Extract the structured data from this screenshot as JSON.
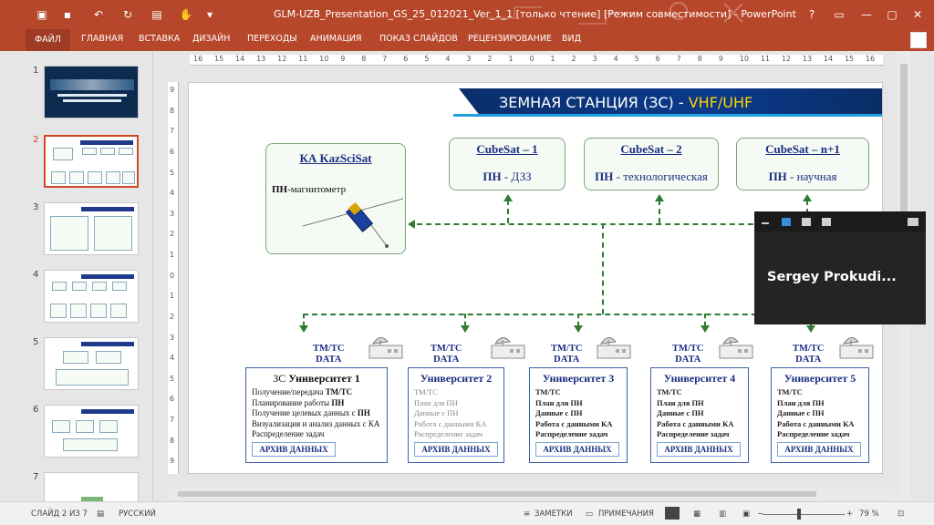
{
  "window": {
    "title": "GLM-UZB_Presentation_GS_25_012021_Ver_1_1 [только чтение] [Режим совместимости] - PowerPoint",
    "controls": [
      "?",
      "▭",
      "—",
      "▢",
      "✕"
    ]
  },
  "ribbon": {
    "tabs": [
      "ФАЙЛ",
      "ГЛАВНАЯ",
      "ВСТАВКА",
      "ДИЗАЙН",
      "ПЕРЕХОДЫ",
      "АНИМАЦИЯ",
      "ПОКАЗ СЛАЙДОВ",
      "РЕЦЕНЗИРОВАНИЕ",
      "ВИД"
    ]
  },
  "thumbnails": [
    "1",
    "2",
    "3",
    "4",
    "5",
    "6",
    "7"
  ],
  "ruler": {
    "h": [
      "16",
      "15",
      "14",
      "13",
      "12",
      "11",
      "10",
      "9",
      "8",
      "7",
      "6",
      "5",
      "4",
      "3",
      "2",
      "1",
      "0",
      "1",
      "2",
      "3",
      "4",
      "5",
      "6",
      "7",
      "8",
      "9",
      "10",
      "11",
      "12",
      "13",
      "14",
      "15",
      "16"
    ],
    "v": [
      "9",
      "8",
      "7",
      "6",
      "5",
      "4",
      "3",
      "2",
      "1",
      "0",
      "1",
      "2",
      "3",
      "4",
      "5",
      "6",
      "7",
      "8",
      "9"
    ]
  },
  "slide": {
    "title_main": "ЗЕМНАЯ СТАНЦИЯ (ЗС) - ",
    "title_highlight": "VHF/UHF",
    "ka": {
      "title": "КА KazSciSat",
      "payload_bold": "ПН",
      "payload_rest": "-магнитометр"
    },
    "cubesats": [
      {
        "title": "CubeSat – 1",
        "pn": "ПН",
        "desc": " - ДЗЗ"
      },
      {
        "title": "CubeSat – 2",
        "pn": "ПН",
        "desc": " - технологическая"
      },
      {
        "title": "CubeSat – n+1",
        "pn": "ПН",
        "desc": " - научная"
      }
    ],
    "tmtc": {
      "line1": "TM/TC",
      "line2": "DATA"
    },
    "main_station": {
      "name_prefix": "ЗС ",
      "name_bold": "Университет 1",
      "lines": [
        {
          "pre": "Получение/передача ",
          "bold": "ТМ/ТС"
        },
        {
          "pre": "Планирование работы ",
          "bold": "ПН"
        },
        {
          "pre": "Получение целевых данных с ",
          "bold": "ПН"
        },
        {
          "pre": "Визуализация и анализ данных с КА",
          "bold": ""
        },
        {
          "pre": "Распределение задач",
          "bold": ""
        }
      ],
      "archive": "АРХИВ ДАННЫХ"
    },
    "universities": [
      {
        "name": "Университет 2",
        "lines": [
          "ТМ/ТС",
          "План для ПН",
          "Данные с ПН",
          "Работа с данными КА",
          "Распределение задач"
        ],
        "archive": "АРХИВ ДАННЫХ"
      },
      {
        "name": "Университет 3",
        "lines": [
          "ТМ/ТС",
          "План для ПН",
          "Данные с ПН",
          "Работа с данными КА",
          "Распределение задач"
        ],
        "archive": "АРХИВ ДАННЫХ"
      },
      {
        "name": "Университет 4",
        "lines": [
          "ТМ/ТС",
          "План для ПН",
          "Данные с ПН",
          "Работа с данными КА",
          "Распределение задач"
        ],
        "archive": "АРХИВ ДАННЫХ"
      },
      {
        "name": "Университет 5",
        "lines": [
          "ТМ/ТС",
          "План для ПН",
          "Данные с ПН",
          "Работа с данными КА",
          "Распределение задач"
        ],
        "archive": "АРХИВ ДАННЫХ"
      }
    ]
  },
  "video": {
    "participant": "Sergey  Prokudi..."
  },
  "status": {
    "slide_info": "СЛАЙД 2 ИЗ 7",
    "language": "РУССКИЙ",
    "notes": "ЗАМЕТКИ",
    "comments": "ПРИМЕЧАНИЯ",
    "zoom": "79 %"
  },
  "colors": {
    "accent": "#b7472a",
    "banner": "#0b2f6b",
    "highlight": "#ffd400",
    "arrow": "#2e7d32",
    "text_blue": "#1a2e80"
  }
}
